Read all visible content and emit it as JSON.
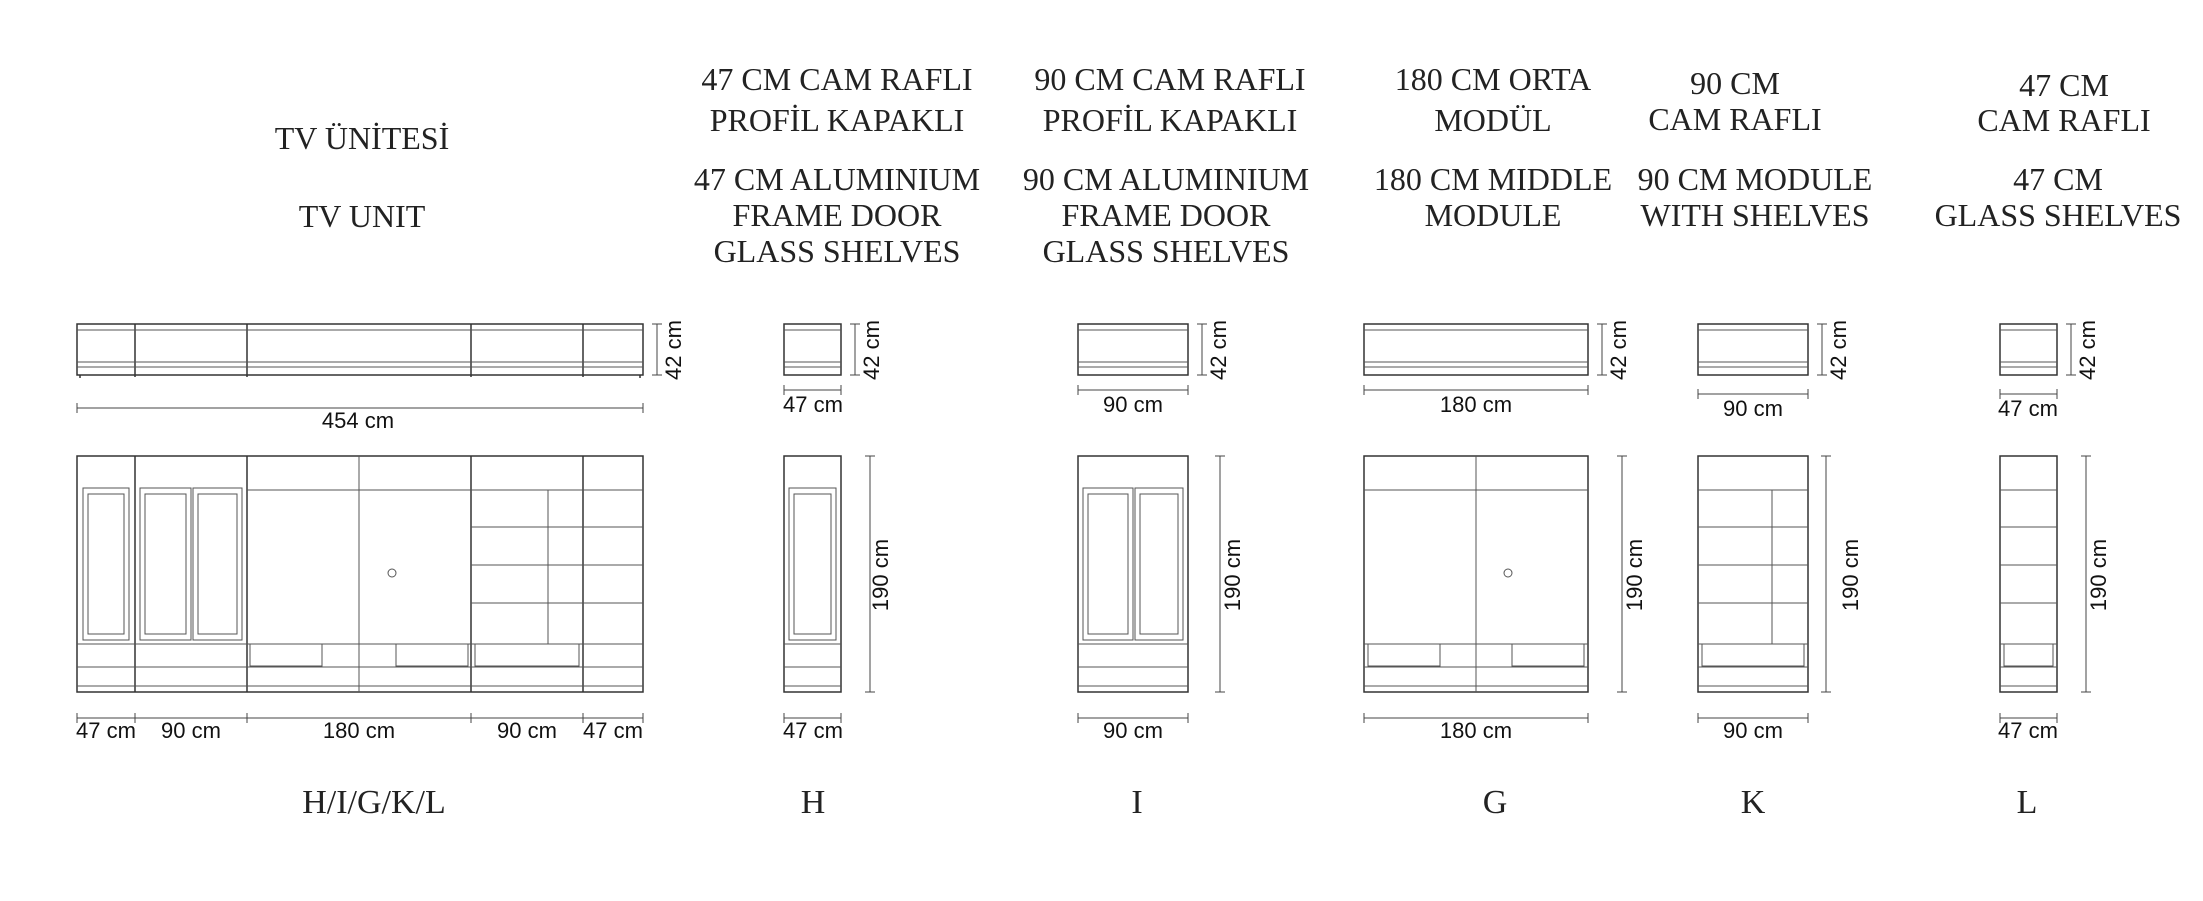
{
  "modules": [
    {
      "id": "tv",
      "title_tr": [
        "TV ÜNİTESİ"
      ],
      "title_en": [
        "TV UNIT"
      ],
      "code": "H/I/G/K/L",
      "depth": "42 cm",
      "total_width": "454 cm",
      "widths": [
        "47 cm",
        "90 cm",
        "180 cm",
        "90 cm",
        "47 cm"
      ]
    },
    {
      "id": "h",
      "title_tr": [
        "47  CM CAM RAFLI",
        "PROFİL KAPAKLI"
      ],
      "title_en": [
        "47 CM ALUMINIUM",
        "FRAME DOOR",
        "GLASS SHELVES"
      ],
      "code": "H",
      "depth": "42 cm",
      "width": "47 cm",
      "height": "190 cm"
    },
    {
      "id": "i",
      "title_tr": [
        "90 CM CAM RAFLI",
        "PROFİL KAPAKLI"
      ],
      "title_en": [
        "90 CM ALUMINIUM",
        "FRAME DOOR",
        "GLASS SHELVES"
      ],
      "code": "I",
      "depth": "42 cm",
      "width": "90 cm",
      "height": "190 cm"
    },
    {
      "id": "g",
      "title_tr": [
        "180 CM ORTA",
        "MODÜL"
      ],
      "title_en": [
        "180 CM MIDDLE",
        "MODULE"
      ],
      "code": "G",
      "depth": "42 cm",
      "width": "180 cm",
      "height": "190 cm"
    },
    {
      "id": "k",
      "title_tr": [
        "90 CM",
        "CAM RAFLI"
      ],
      "title_en": [
        "90 CM MODULE",
        "WITH SHELVES"
      ],
      "code": "K",
      "depth": "42 cm",
      "width": "90 cm",
      "height": "190 cm"
    },
    {
      "id": "l",
      "title_tr": [
        "47 CM",
        "CAM RAFLI"
      ],
      "title_en": [
        "47 CM",
        "GLASS SHELVES"
      ],
      "code": "L",
      "depth": "42 cm",
      "width": "47 cm",
      "height": "190 cm"
    }
  ]
}
